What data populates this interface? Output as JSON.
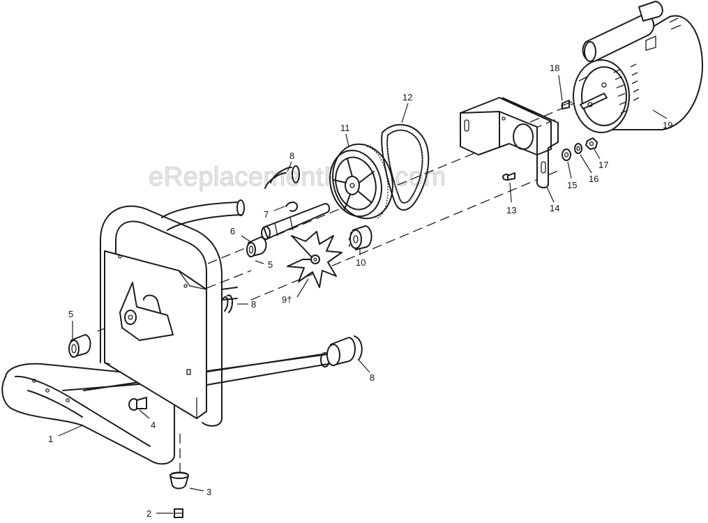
{
  "watermark": "eReplacementParts.com",
  "callouts": {
    "c1": "1",
    "c2": "2",
    "c3": "3",
    "c4": "4",
    "c5a": "5",
    "c5b": "5",
    "c6": "6",
    "c7": "7",
    "c8a": "8",
    "c8b": "8",
    "c8c": "8",
    "c9": "9†",
    "c10": "10",
    "c11": "11",
    "c12": "12",
    "c13": "13",
    "c14": "14",
    "c15": "15",
    "c16": "16",
    "c17": "17",
    "c18": "18",
    "c19": "19"
  }
}
